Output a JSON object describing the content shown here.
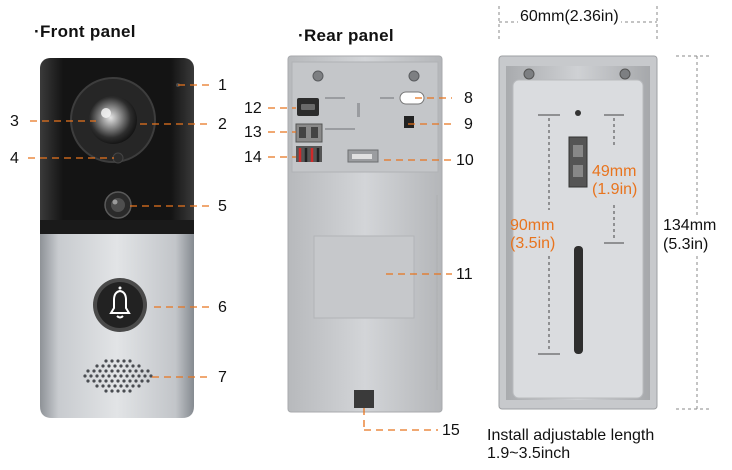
{
  "titles": {
    "front": "Front panel",
    "rear": "Rear panel"
  },
  "callouts": [
    "1",
    "2",
    "3",
    "4",
    "5",
    "6",
    "7",
    "8",
    "9",
    "10",
    "11",
    "12",
    "13",
    "14",
    "15"
  ],
  "dimensions": {
    "width": "60mm(2.36in)",
    "height_mm": "134mm",
    "height_in": "(5.3in)",
    "short_mm": "49mm",
    "short_in": "(1.9in)",
    "long_mm": "90mm",
    "long_in": "(3.5in)"
  },
  "caption": {
    "line1": "Install adjustable length",
    "line2": "1.9~3.5inch"
  },
  "colors": {
    "accent": "#e8741e",
    "callout_line": "#e8741e",
    "black_panel": "#1b1b1b",
    "silver_panel": "#b9bcc0",
    "rear_body": "#c9cbce",
    "mount_plate": "#cfd1d4"
  },
  "icons": {
    "button": "bell-icon"
  }
}
